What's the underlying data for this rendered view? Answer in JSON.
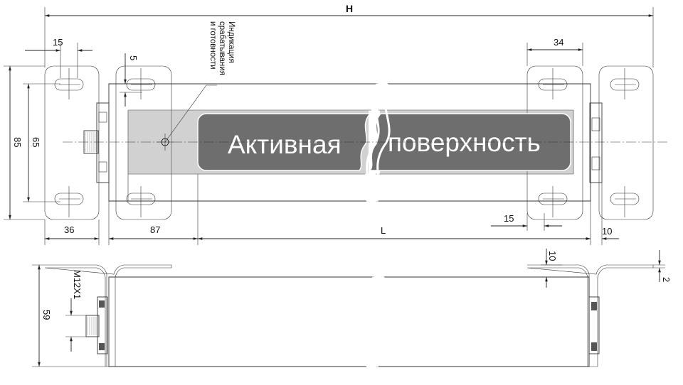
{
  "dimensions": {
    "H": "H",
    "d15_top": "15",
    "d5": "5",
    "d34": "34",
    "d85": "85",
    "d65": "65",
    "d36": "36",
    "d87": "87",
    "L": "L",
    "d15_bottom": "15",
    "d10_right": "10",
    "d10_side": "10",
    "d2": "2",
    "d59": "59",
    "thread": "M12X1"
  },
  "labels": {
    "active_left": "Активная",
    "active_right": "поверхность",
    "indication_line1": "Индикация",
    "indication_line2": "срабатывания",
    "indication_line3": "и готовности"
  },
  "colors": {
    "body": "#9c9c9c",
    "panel": "#6e6e6e",
    "bracket": "#ffffff"
  }
}
